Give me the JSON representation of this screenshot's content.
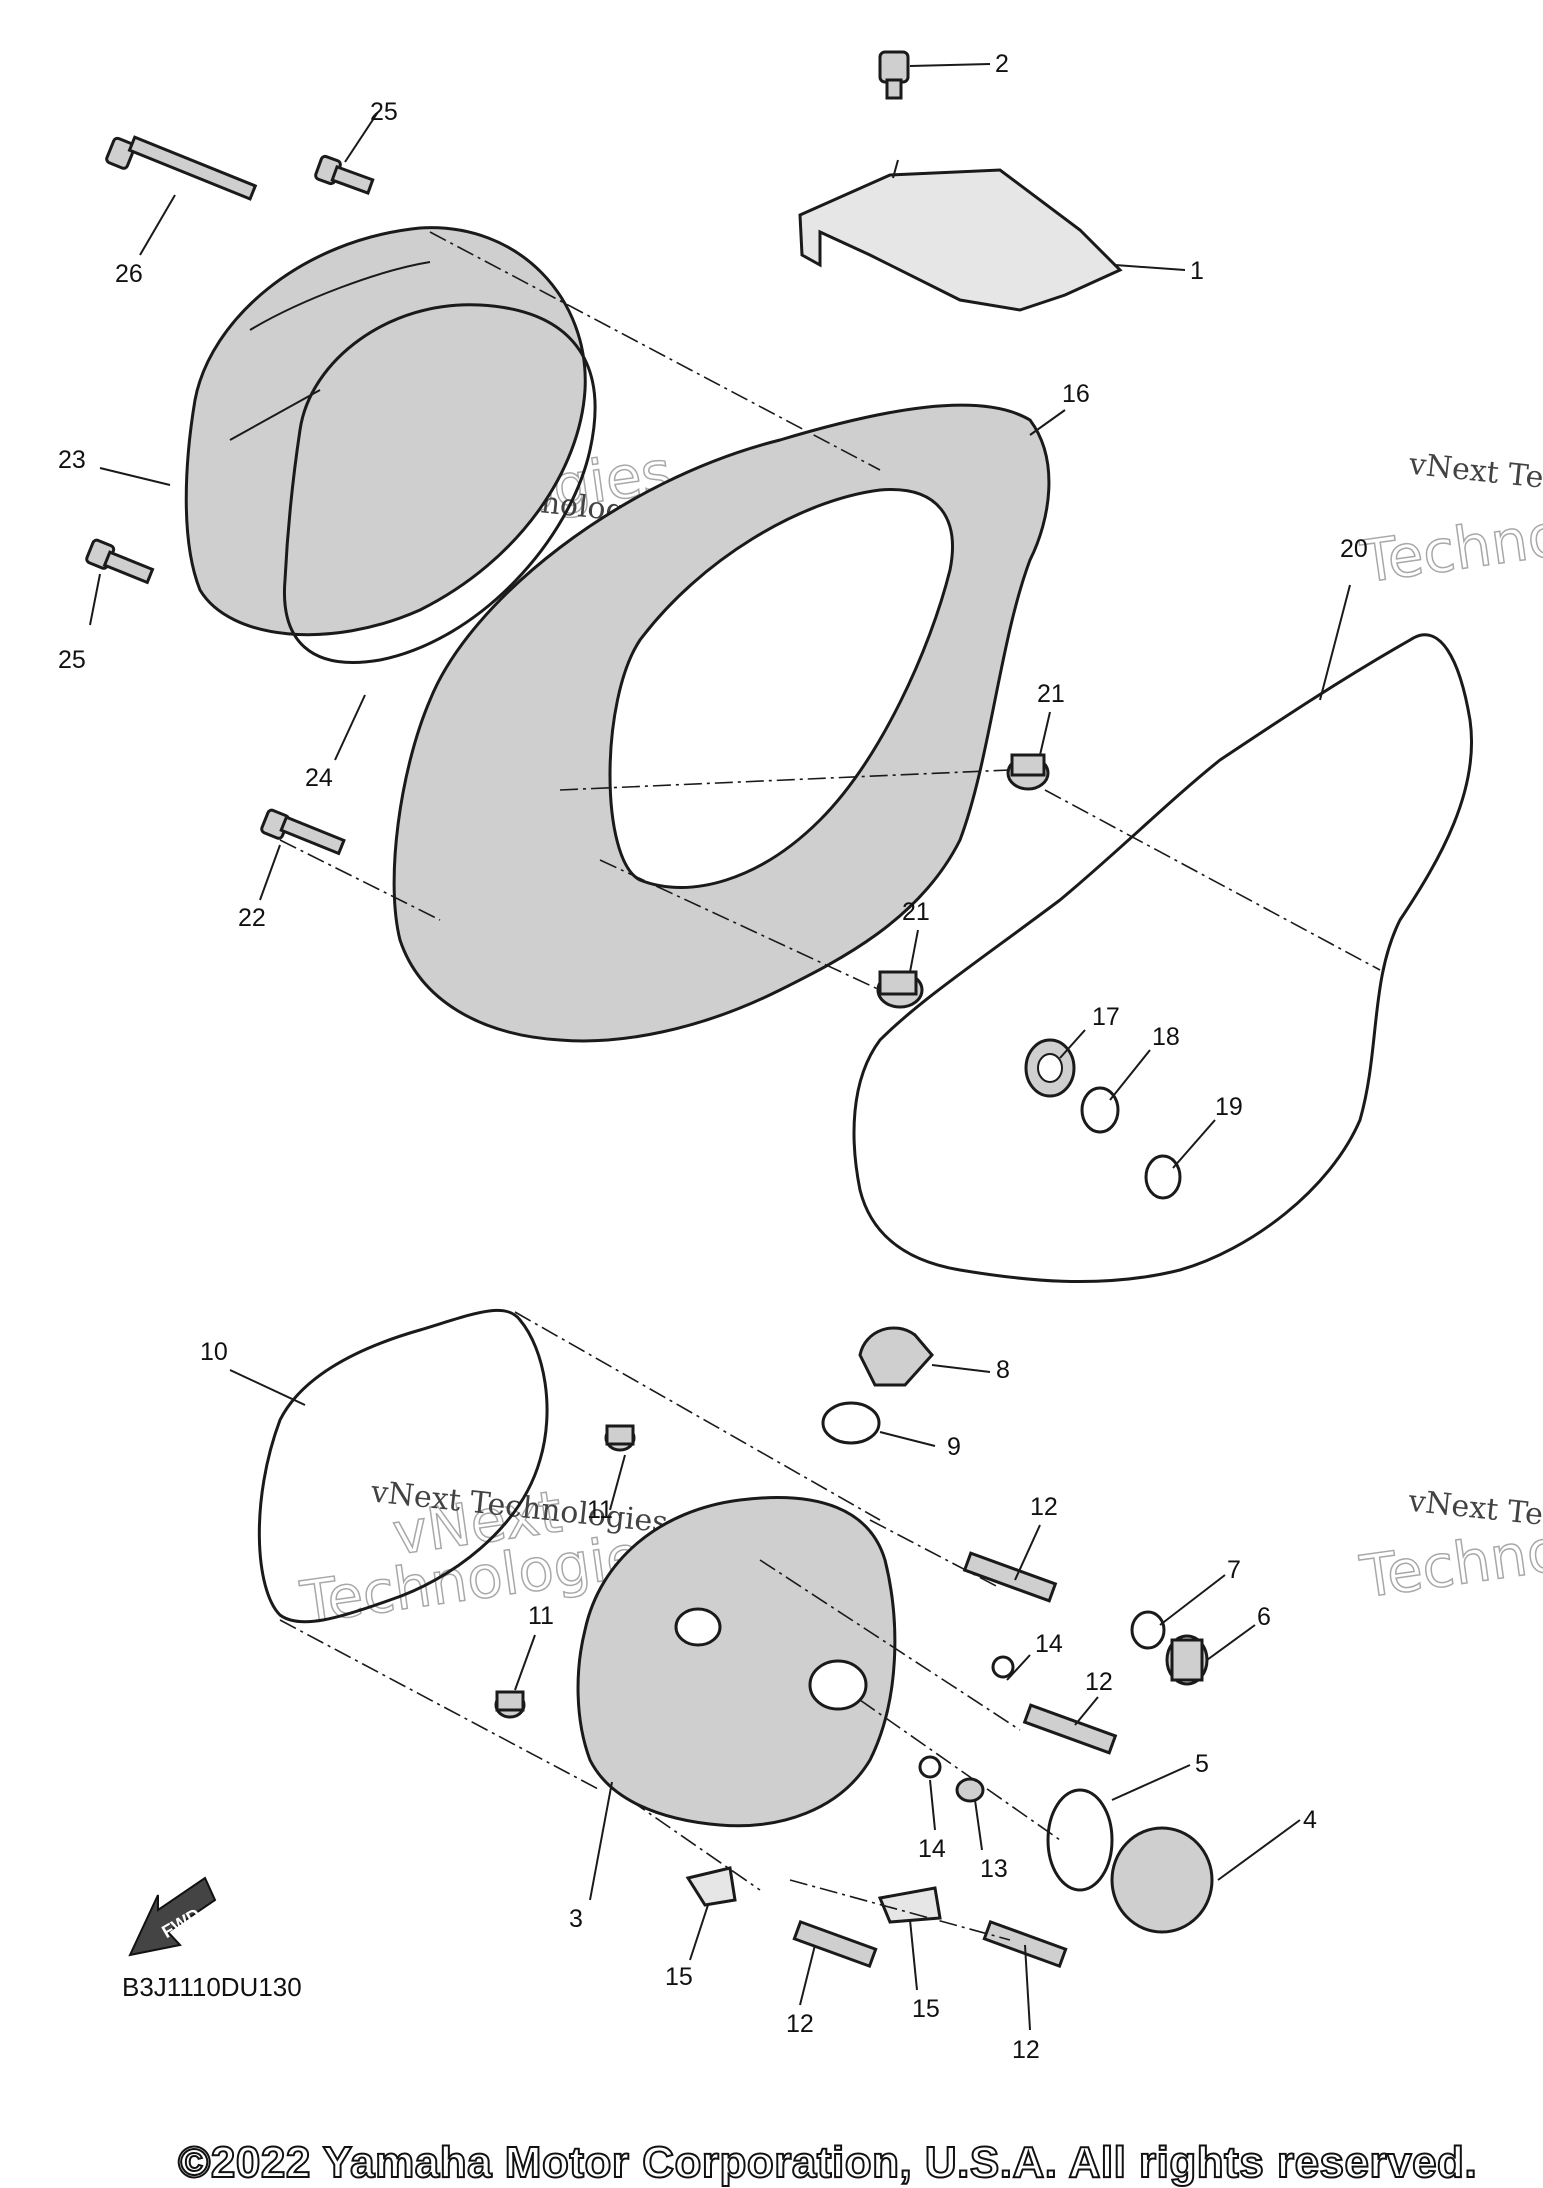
{
  "diagram": {
    "code": "B3J1110DU130",
    "copyright": "©2022 Yamaha Motor Corporation, U.S.A. All rights reserved.",
    "fwd_label": "FWD",
    "watermark": {
      "line": "vNext Technologies",
      "outline_top": "vNext",
      "outline_bottom": "Technologies"
    },
    "callouts": [
      "1",
      "2",
      "3",
      "4",
      "5",
      "6",
      "7",
      "8",
      "9",
      "10",
      "11",
      "11",
      "12",
      "12",
      "12",
      "12",
      "13",
      "14",
      "14",
      "15",
      "15",
      "16",
      "17",
      "18",
      "19",
      "20",
      "21",
      "21",
      "22",
      "23",
      "24",
      "25",
      "25",
      "26"
    ]
  }
}
